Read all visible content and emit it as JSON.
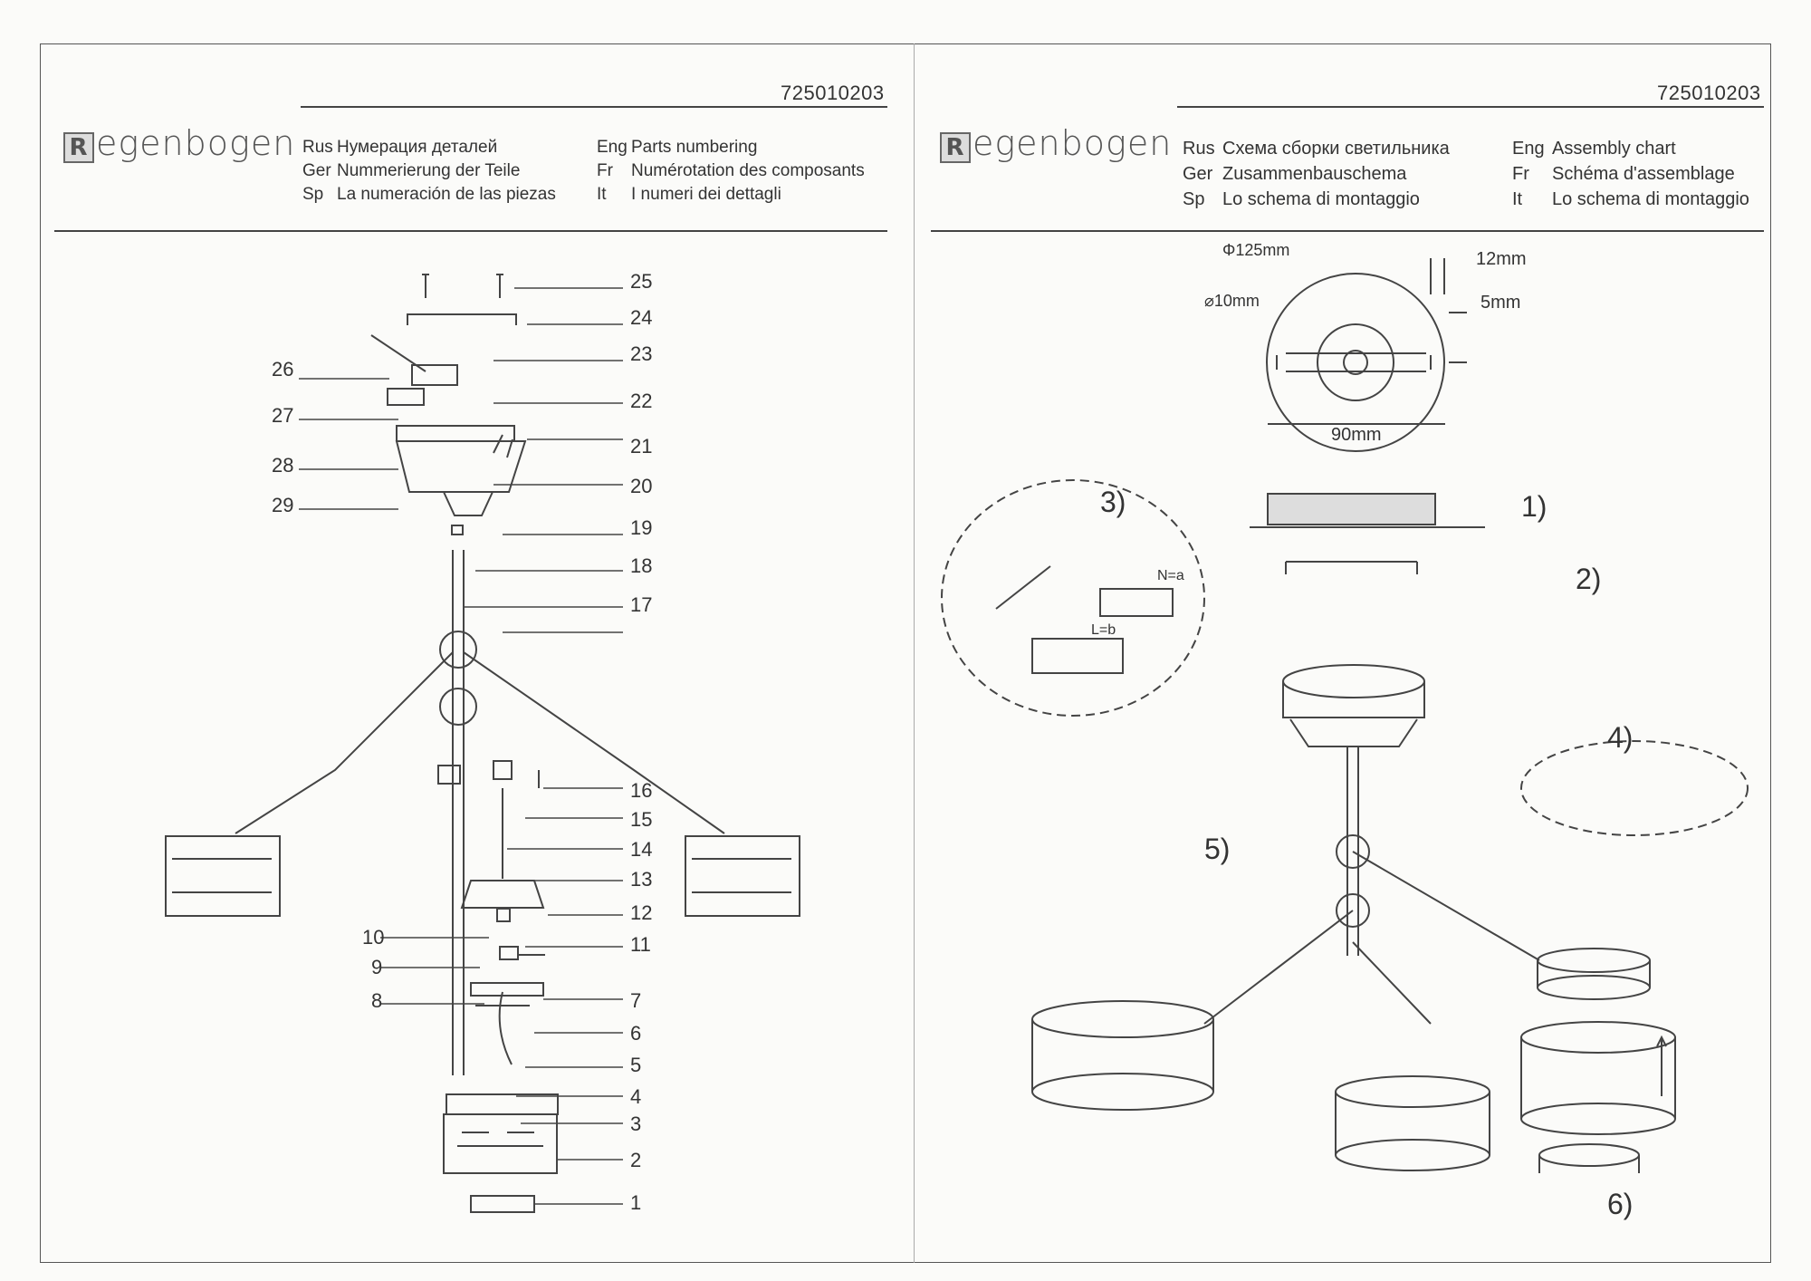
{
  "left_page": {
    "doc_number": "725010203",
    "brand": "egenbogen",
    "brand_initial": "R",
    "lines": [
      {
        "code": "Rus",
        "text": "Нумерация деталей"
      },
      {
        "code": "Ger",
        "text": "Nummerierung der Teile"
      },
      {
        "code": "Sp",
        "text": "La numeración de las piezas"
      },
      {
        "code": "Eng",
        "text": "Parts numbering"
      },
      {
        "code": "Fr",
        "text": "Numérotation des composants"
      },
      {
        "code": "It",
        "text": "I numeri dei dettagli"
      }
    ],
    "part_numbers": [
      "1",
      "2",
      "3",
      "4",
      "5",
      "6",
      "7",
      "8",
      "9",
      "10",
      "11",
      "12",
      "13",
      "14",
      "15",
      "16",
      "17",
      "18",
      "19",
      "20",
      "21",
      "22",
      "23",
      "24",
      "25",
      "26",
      "27",
      "28",
      "29"
    ]
  },
  "right_page": {
    "doc_number": "725010203",
    "brand": "egenbogen",
    "brand_initial": "R",
    "lines": [
      {
        "code": "Rus",
        "text": "Схема сборки светильника"
      },
      {
        "code": "Ger",
        "text": "Zusammenbauschema"
      },
      {
        "code": "Sp",
        "text": "Lo schema di montaggio"
      },
      {
        "code": "Eng",
        "text": "Assembly chart"
      },
      {
        "code": "Fr",
        "text": "Schéma d'assemblage"
      },
      {
        "code": "It",
        "text": "Lo schema di montaggio"
      }
    ],
    "dimensions": {
      "diameter": "Φ125mm",
      "hole": "⌀10mm",
      "depth": "12mm",
      "slot": "5mm",
      "spacing": "90mm"
    },
    "wiring": {
      "neutral": "N=a",
      "live": "L=b"
    },
    "steps": [
      "1)",
      "2)",
      "3)",
      "4)",
      "5)",
      "6)"
    ]
  }
}
